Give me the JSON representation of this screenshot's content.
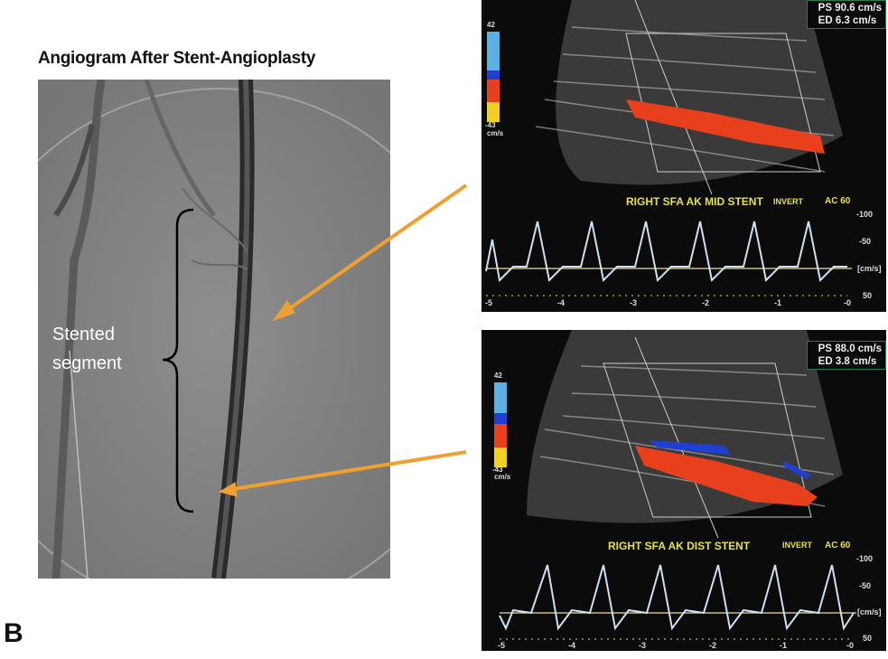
{
  "figure": {
    "title": "Angiogram After Stent-Angioplasty",
    "panel_letter": "B",
    "angiogram": {
      "label_line1": "Stented",
      "label_line2": "segment"
    },
    "ultrasound_mid": {
      "ps": "PS 90.6 cm/s",
      "ed": "ED  6.3 cm/s",
      "caption": "RIGHT SFA AK MID STENT",
      "invert": "INVERT",
      "ac": "AC 60",
      "scale_top": "42",
      "scale_bottom": "-43",
      "scale_unit": "cm/s",
      "y_ticks": [
        "-100",
        "-50",
        "[cm/s]",
        "50"
      ],
      "x_ticks": [
        "-5",
        "-4",
        "-3",
        "-2",
        "-1",
        "-0"
      ]
    },
    "ultrasound_dist": {
      "ps": "PS 88.0 cm/s",
      "ed": "ED  3.8 cm/s",
      "caption": "RIGHT SFA AK DIST STENT",
      "invert": "INVERT",
      "ac": "AC 60",
      "scale_top": "42",
      "scale_bottom": "-43",
      "scale_unit": "cm/s",
      "y_ticks": [
        "-100",
        "-50",
        "[cm/s]",
        "50"
      ],
      "x_ticks": [
        "-5",
        "-4",
        "-3",
        "-2",
        "-1",
        "-0"
      ]
    },
    "colors": {
      "arrow": "#f0a030",
      "flow_red": "#e8401c",
      "flow_blue": "#1e3fd0",
      "caption": "#e8e24a"
    }
  }
}
